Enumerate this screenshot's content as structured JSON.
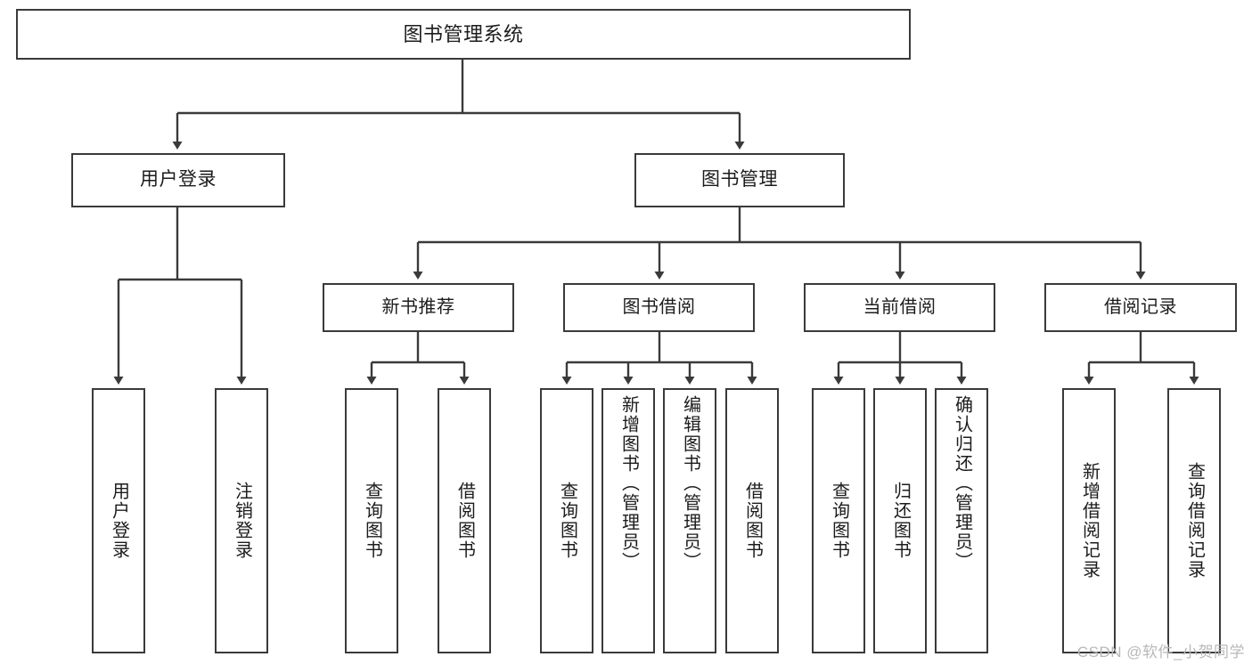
{
  "diagram": {
    "type": "tree",
    "title": "图书管理系统",
    "watermark": "CSDN @软件_小贺同学",
    "colors": {
      "stroke": "#3a3a3a",
      "fill": "#ffffff",
      "text": "#1c1c1c",
      "watermark": "#b8b8b8"
    },
    "nodes": {
      "root": {
        "label": "图书管理系统"
      },
      "user_login": {
        "label": "用户登录"
      },
      "book_manage": {
        "label": "图书管理"
      },
      "new_book_rec": {
        "label": "新书推荐"
      },
      "book_borrow": {
        "label": "图书借阅"
      },
      "current_borrow": {
        "label": "当前借阅"
      },
      "borrow_record": {
        "label": "借阅记录"
      },
      "leaf_user_login": {
        "label": "用户登录"
      },
      "leaf_logout": {
        "label": "注销登录"
      },
      "leaf_query_book_1": {
        "label": "查询图书"
      },
      "leaf_borrow_book_1": {
        "label": "借阅图书"
      },
      "leaf_query_book_2": {
        "label": "查询图书"
      },
      "leaf_add_book": {
        "label": "新增图书（管理员）"
      },
      "leaf_edit_book": {
        "label": "编辑图书（管理员）"
      },
      "leaf_borrow_book_2": {
        "label": "借阅图书"
      },
      "leaf_query_book_3": {
        "label": "查询图书"
      },
      "leaf_return_book": {
        "label": "归还图书"
      },
      "leaf_confirm_return": {
        "label": "确认归还（管理员）"
      },
      "leaf_add_record": {
        "label": "新增借阅记录"
      },
      "leaf_query_record": {
        "label": "查询借阅记录"
      }
    },
    "edges": [
      {
        "from": "root",
        "to": "user_login"
      },
      {
        "from": "root",
        "to": "book_manage"
      },
      {
        "from": "user_login",
        "to": "leaf_user_login"
      },
      {
        "from": "user_login",
        "to": "leaf_logout"
      },
      {
        "from": "book_manage",
        "to": "new_book_rec"
      },
      {
        "from": "book_manage",
        "to": "book_borrow"
      },
      {
        "from": "book_manage",
        "to": "current_borrow"
      },
      {
        "from": "book_manage",
        "to": "borrow_record"
      },
      {
        "from": "new_book_rec",
        "to": "leaf_query_book_1"
      },
      {
        "from": "new_book_rec",
        "to": "leaf_borrow_book_1"
      },
      {
        "from": "book_borrow",
        "to": "leaf_query_book_2"
      },
      {
        "from": "book_borrow",
        "to": "leaf_add_book"
      },
      {
        "from": "book_borrow",
        "to": "leaf_edit_book"
      },
      {
        "from": "book_borrow",
        "to": "leaf_borrow_book_2"
      },
      {
        "from": "current_borrow",
        "to": "leaf_query_book_3"
      },
      {
        "from": "current_borrow",
        "to": "leaf_return_book"
      },
      {
        "from": "current_borrow",
        "to": "leaf_confirm_return"
      },
      {
        "from": "borrow_record",
        "to": "leaf_add_record"
      },
      {
        "from": "borrow_record",
        "to": "leaf_query_record"
      }
    ]
  }
}
